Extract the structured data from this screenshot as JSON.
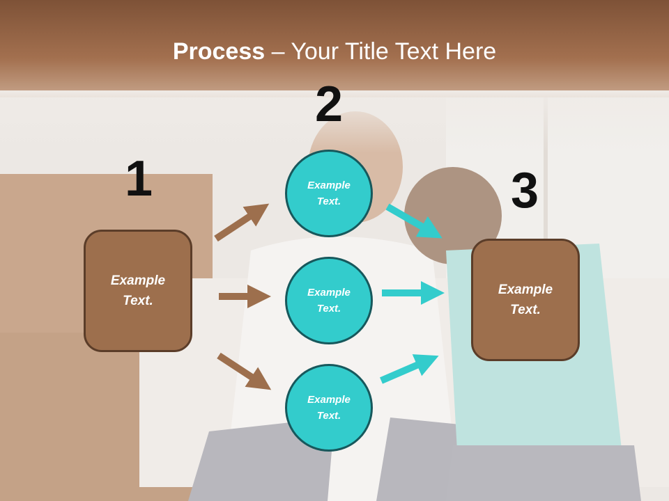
{
  "title": {
    "bold": "Process",
    "rest": " – Your Title Text Here"
  },
  "colors": {
    "box": "#9d6f4d",
    "circle": "#33cccc",
    "arrow_brown": "#9d6f4d",
    "arrow_teal": "#33cccc",
    "band": "#8b5a39"
  },
  "steps": [
    {
      "number": "1",
      "text": "Example\nText."
    },
    {
      "number": "2",
      "items": [
        "Example\nText.",
        "Example\nText.",
        "Example\nText."
      ]
    },
    {
      "number": "3",
      "text": "Example\nText."
    }
  ]
}
